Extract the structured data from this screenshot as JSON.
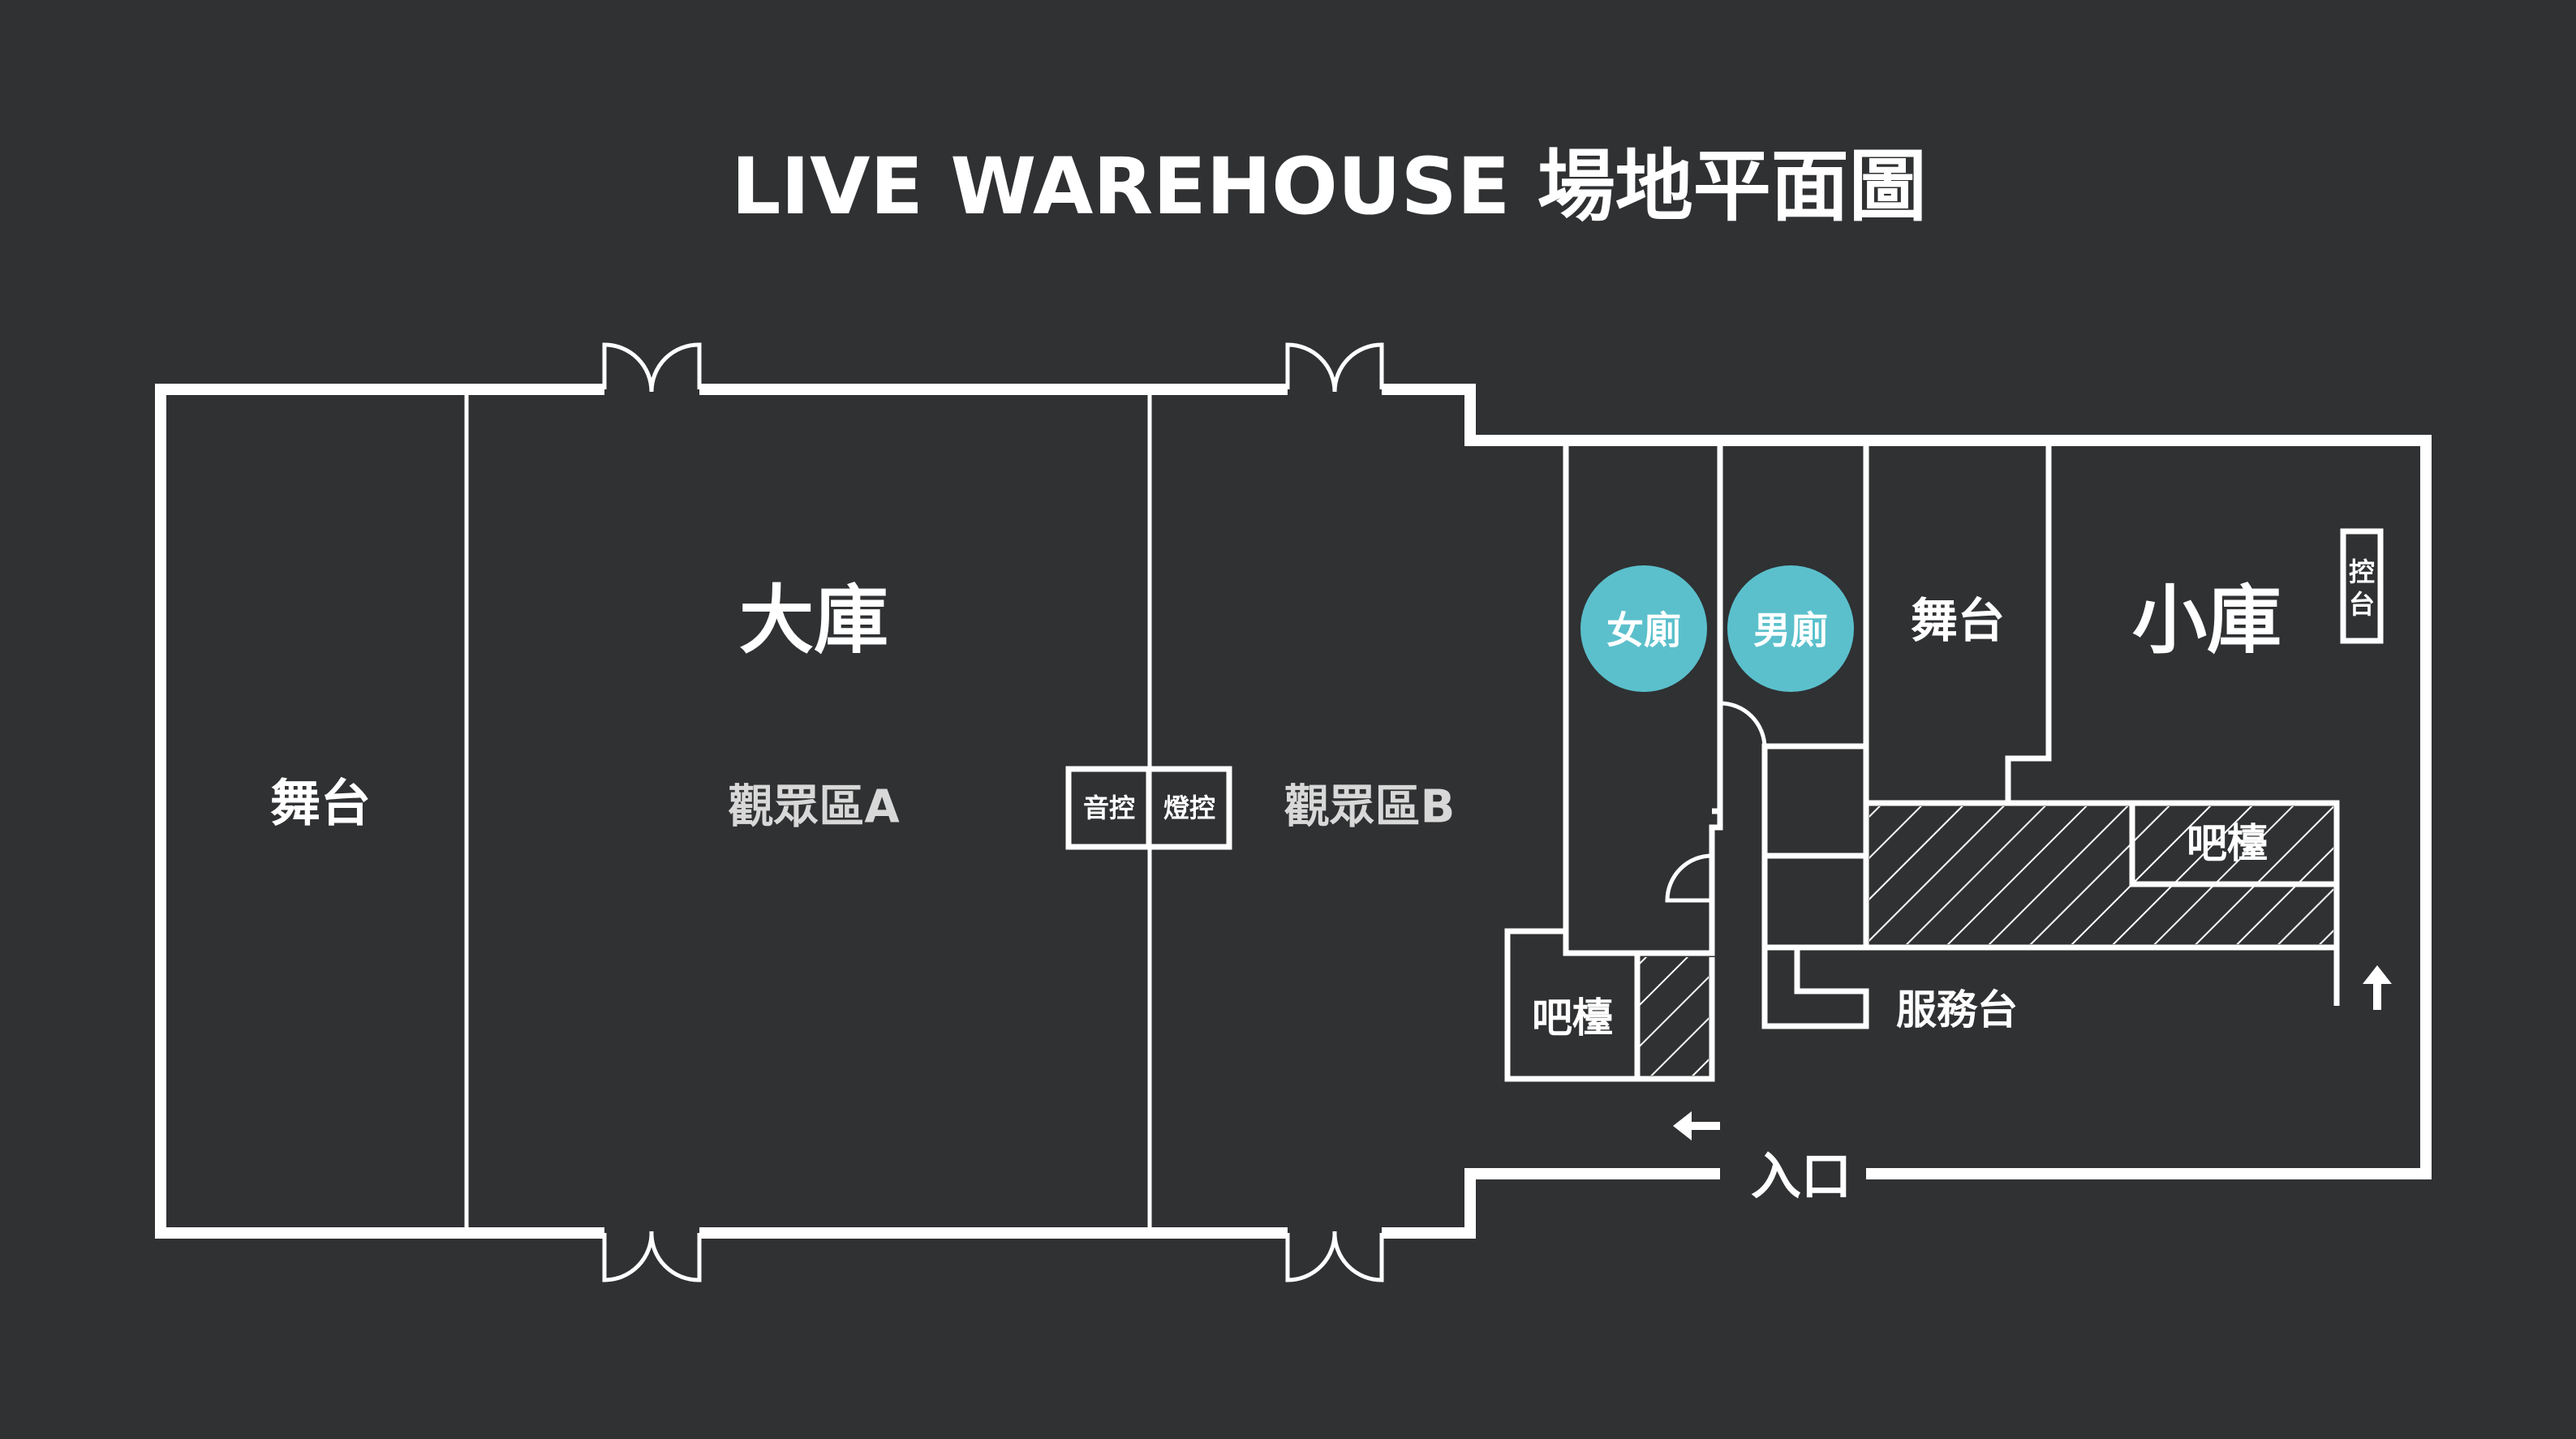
{
  "title": "LIVE WAREHOUSE 場地平面圖",
  "colors": {
    "background": "#2f3133",
    "lines": "#ffffff",
    "restroom": "#5bc0cc"
  },
  "big_hall": {
    "name": "大庫",
    "stage": "舞台",
    "audience_a": "觀眾區A",
    "audience_b": "觀眾區B",
    "sound_control": "音控",
    "light_control": "燈控"
  },
  "small_hall": {
    "name": "小庫",
    "stage": "舞台",
    "control_top": "控",
    "control_bottom": "台",
    "bar": "吧檯"
  },
  "restrooms": {
    "women": "女廁",
    "men": "男廁"
  },
  "lobby": {
    "bar": "吧檯",
    "service_desk": "服務台",
    "entrance": "入口",
    "entrance_arrow_icon": "arrow-left-icon",
    "exit_arrow_icon": "arrow-up-icon"
  }
}
